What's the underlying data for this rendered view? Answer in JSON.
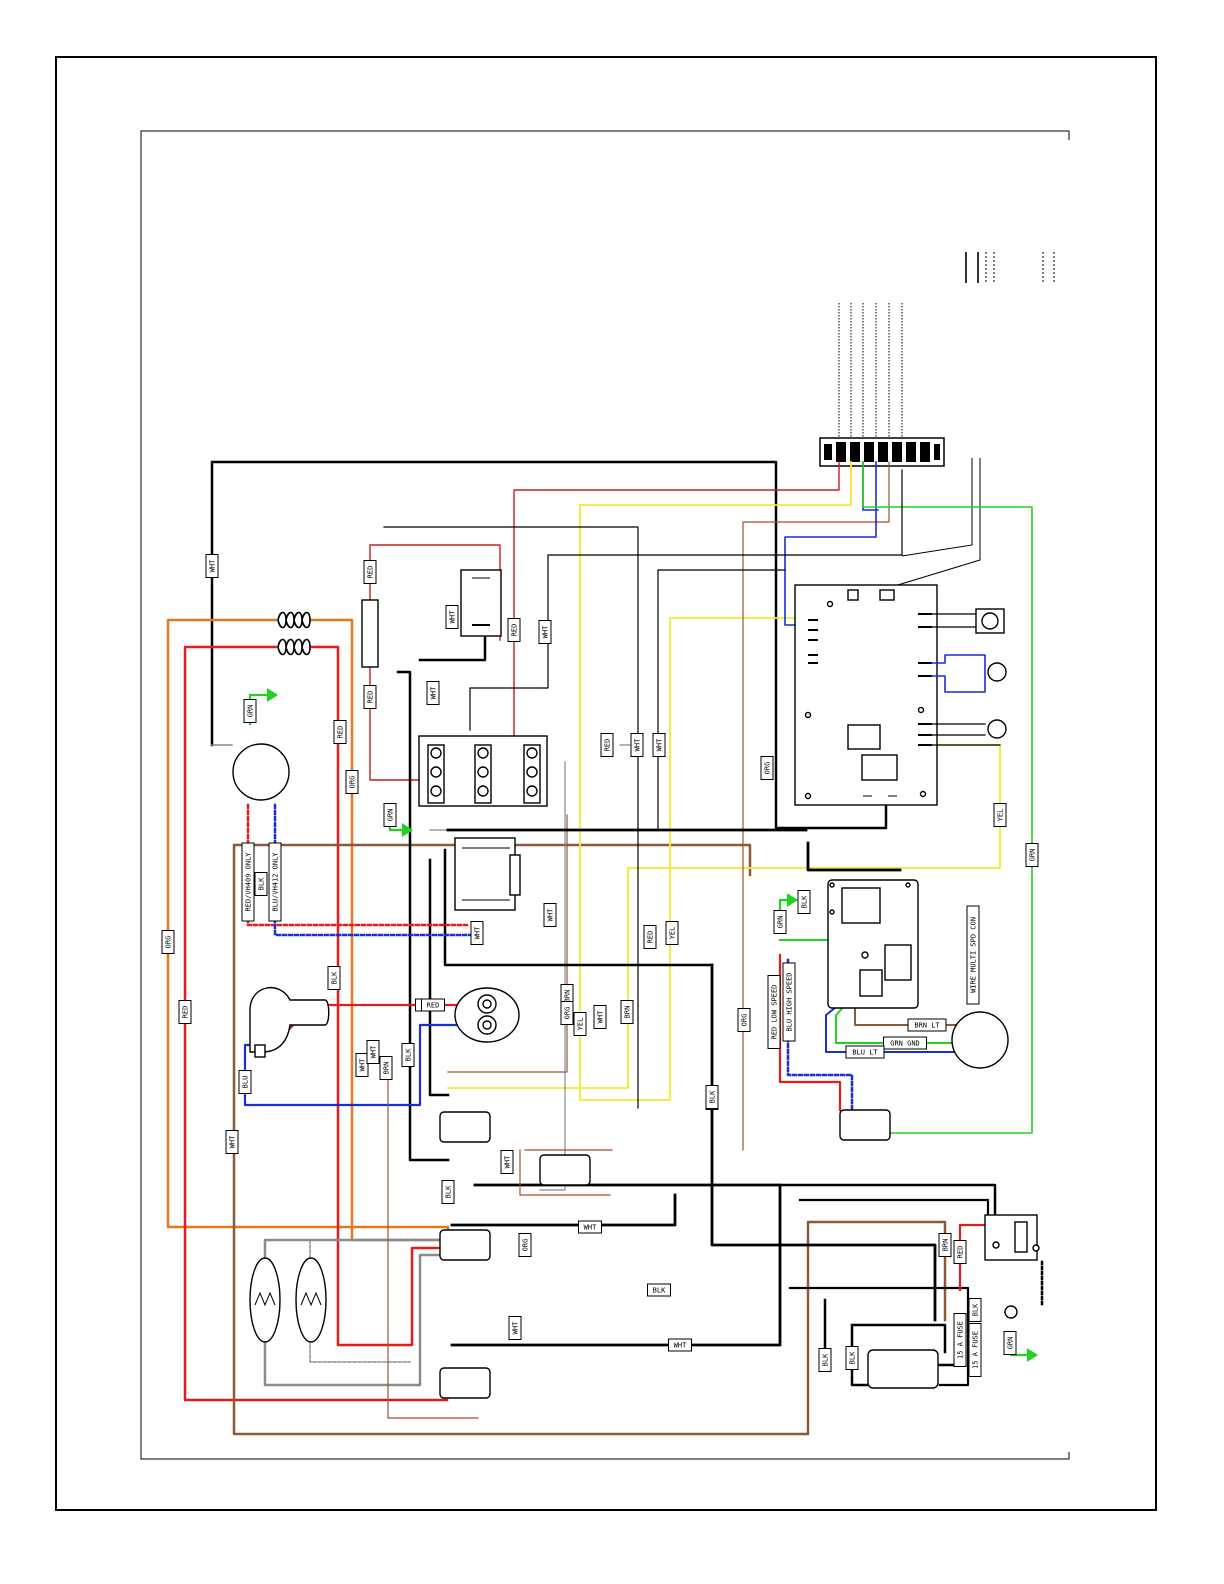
{
  "colors": {
    "black": "#000000",
    "white": "#9a9a9a",
    "red": "#e31b1b",
    "orange": "#e2791e",
    "blue": "#1a2fd0",
    "green": "#23d123",
    "yellow": "#f3ea2a",
    "brown": "#8b5a3c",
    "gray": "#8c8c8c"
  },
  "wire_labels": [
    {
      "id": "wht-top",
      "text": "WHT"
    },
    {
      "id": "red-a",
      "text": "RED"
    },
    {
      "id": "red-b",
      "text": "RED"
    },
    {
      "id": "wht-relay",
      "text": "WHT"
    },
    {
      "id": "red-c",
      "text": "RED"
    },
    {
      "id": "wht-c",
      "text": "WHT"
    },
    {
      "id": "wht-tb",
      "text": "WHT"
    },
    {
      "id": "red-d",
      "text": "RED"
    },
    {
      "id": "wht-d",
      "text": "WHT"
    },
    {
      "id": "wht-e",
      "text": "WHT"
    },
    {
      "id": "grn-motor",
      "text": "GRN"
    },
    {
      "id": "red-motor",
      "text": "RED"
    },
    {
      "id": "org-a",
      "text": "ORG"
    },
    {
      "id": "grn-term",
      "text": "GRN"
    },
    {
      "id": "org-b",
      "text": "ORG"
    },
    {
      "id": "yel-a",
      "text": "YEL"
    },
    {
      "id": "grn-right",
      "text": "GRN"
    },
    {
      "id": "red-only",
      "text": "RED/VH409 ONLY"
    },
    {
      "id": "blk-only",
      "text": "BLK"
    },
    {
      "id": "blu-only",
      "text": "BLU/VH412 ONLY"
    },
    {
      "id": "wht-mid",
      "text": "WHT"
    },
    {
      "id": "wht-mid2",
      "text": "WHT"
    },
    {
      "id": "blk-mid",
      "text": "BLK"
    },
    {
      "id": "red-mid",
      "text": "RED"
    },
    {
      "id": "yel-mid",
      "text": "YEL"
    },
    {
      "id": "grn-fan",
      "text": "GRN"
    },
    {
      "id": "blk-fan",
      "text": "BLK"
    },
    {
      "id": "org-left",
      "text": "ORG"
    },
    {
      "id": "red-left",
      "text": "RED"
    },
    {
      "id": "blk-left",
      "text": "BLK"
    },
    {
      "id": "red-comp",
      "text": "RED"
    },
    {
      "id": "brn-a",
      "text": "BRN"
    },
    {
      "id": "yel-b",
      "text": "YEL"
    },
    {
      "id": "wht-f",
      "text": "WHT"
    },
    {
      "id": "brn-b",
      "text": "BRN"
    },
    {
      "id": "org-c",
      "text": "ORG"
    },
    {
      "id": "red-low",
      "text": "RED LOW SPEED"
    },
    {
      "id": "blu-high",
      "text": "BLU HIGH SPEED"
    },
    {
      "id": "brn-lt",
      "text": "BRN LT"
    },
    {
      "id": "grn-gnd",
      "text": "GRN GND"
    },
    {
      "id": "blu-lt",
      "text": "BLU LT"
    },
    {
      "id": "wire-multi",
      "text": "WIRE MULTI SPD CON"
    },
    {
      "id": "wht-g",
      "text": "WHT"
    },
    {
      "id": "wht-h",
      "text": "WHT"
    },
    {
      "id": "brn-c",
      "text": "BRN"
    },
    {
      "id": "wht-i",
      "text": "WHT"
    },
    {
      "id": "blu-left",
      "text": "BLU"
    },
    {
      "id": "blk-g",
      "text": "BLK"
    },
    {
      "id": "blk-h",
      "text": "BLK"
    },
    {
      "id": "wht-j",
      "text": "WHT"
    },
    {
      "id": "wht-k",
      "text": "WHT"
    },
    {
      "id": "blk-k",
      "text": "BLK"
    },
    {
      "id": "org-d",
      "text": "ORG"
    },
    {
      "id": "wht-l",
      "text": "WHT"
    },
    {
      "id": "wht-m",
      "text": "WHT"
    },
    {
      "id": "blk-n",
      "text": "BLK"
    },
    {
      "id": "brn-d",
      "text": "BRN"
    },
    {
      "id": "red-e",
      "text": "RED"
    },
    {
      "id": "blk-o",
      "text": "BLK"
    },
    {
      "id": "fuse-1",
      "text": "15 A FUSE"
    },
    {
      "id": "fuse-2",
      "text": "15 A FUSE"
    },
    {
      "id": "blk-p",
      "text": "BLK"
    },
    {
      "id": "blk-q",
      "text": "BLK"
    },
    {
      "id": "grn-gnd2",
      "text": "GRN"
    },
    {
      "id": "wht-n",
      "text": "WHT"
    },
    {
      "id": "red-n",
      "text": "RED"
    },
    {
      "id": "org-n",
      "text": "ORG"
    }
  ]
}
